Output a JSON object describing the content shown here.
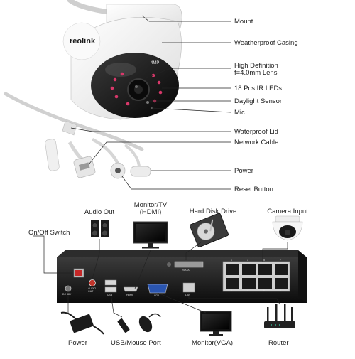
{
  "camera": {
    "brand": "reolink",
    "model_mark": "4MP",
    "callouts": [
      {
        "id": "mount",
        "label": "Mount"
      },
      {
        "id": "weatherproof-casing",
        "label": "Weatherproof Casing"
      },
      {
        "id": "lens",
        "label": "High Definition\nf=4.0mm Lens"
      },
      {
        "id": "ir-leds",
        "label": "18 Pcs IR LEDs"
      },
      {
        "id": "daylight-sensor",
        "label": "Daylight Sensor"
      },
      {
        "id": "mic",
        "label": "Mic"
      },
      {
        "id": "waterproof-lid",
        "label": "Waterproof Lid"
      },
      {
        "id": "network-cable",
        "label": "Network Cable"
      },
      {
        "id": "power",
        "label": "Power"
      },
      {
        "id": "reset-button",
        "label": "Reset Button"
      }
    ]
  },
  "nvr": {
    "peripherals": [
      {
        "id": "on-off-switch",
        "label": "On/Off Switch"
      },
      {
        "id": "audio-out",
        "label": "Audio Out"
      },
      {
        "id": "monitor-hdmi",
        "label": "Monitor/TV\n(HDMI)"
      },
      {
        "id": "hard-disk-drive",
        "label": "Hard Disk Drive"
      },
      {
        "id": "camera-input",
        "label": "Camera Input"
      },
      {
        "id": "power",
        "label": "Power"
      },
      {
        "id": "usb-mouse-port",
        "label": "USB/Mouse Port"
      },
      {
        "id": "monitor-vga",
        "label": "Monitor(VGA)"
      },
      {
        "id": "router",
        "label": "Router"
      }
    ],
    "port_labels": {
      "dc": "DC 48V",
      "audio": "AUDIO\nOUT",
      "usb": "USB",
      "hdmi": "HDMI",
      "vga": "VGA",
      "lan": "LAN",
      "esata": "eSATA"
    },
    "poe_port_numbers": [
      "1",
      "2",
      "3",
      "4",
      "5",
      "6",
      "7",
      "8"
    ]
  },
  "colors": {
    "line": "#222222",
    "camera_body": "#f4f4f4",
    "camera_dome": "#151515",
    "ir_led": "#d8386a",
    "nvr_body": "#1a1a1a",
    "cable": "#d0d0d0"
  }
}
